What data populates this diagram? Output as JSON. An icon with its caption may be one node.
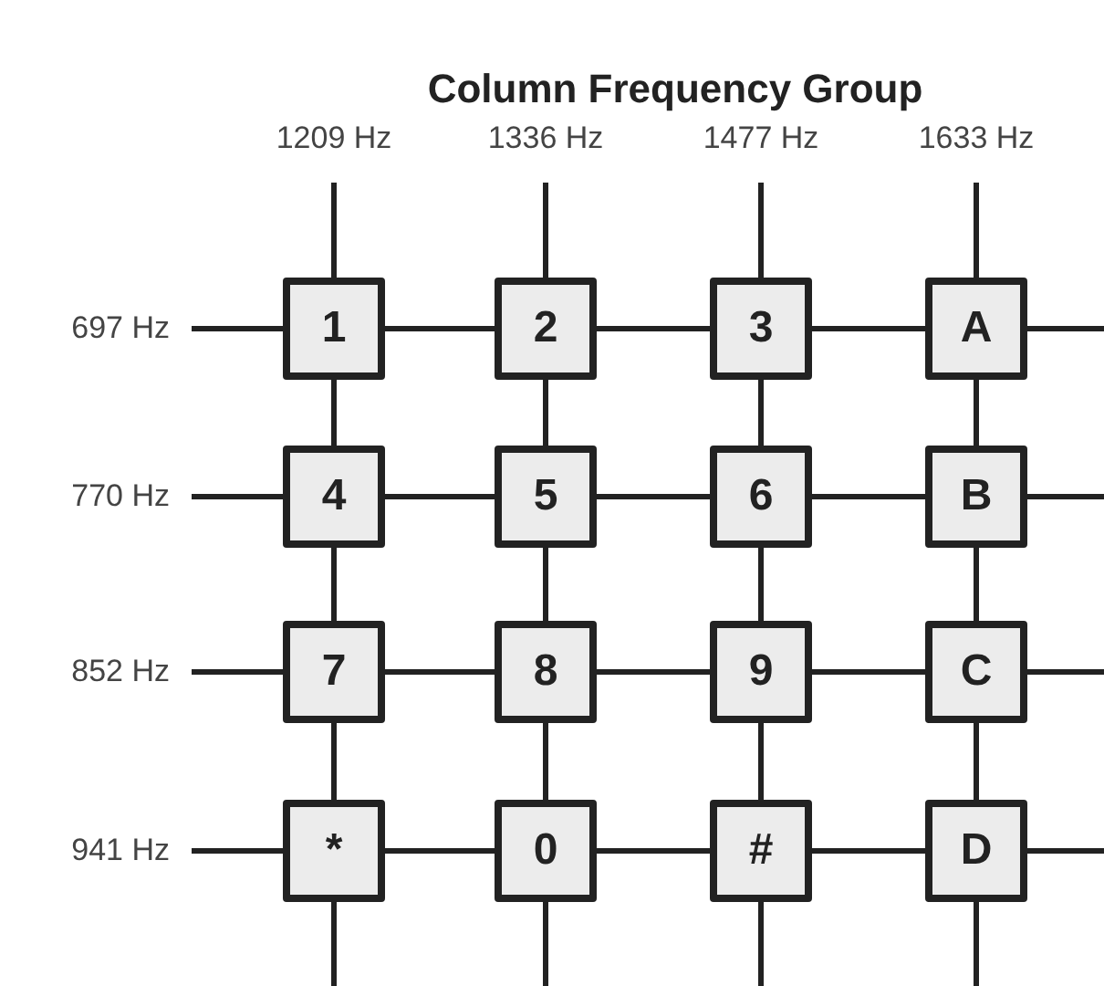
{
  "diagram": {
    "title": "Column Frequency Group",
    "nodes": [
      {
        "text": [
          "1209 Hz"
        ]
      },
      {
        "text": [
          "1336 Hz"
        ]
      },
      {
        "text": [
          "1477 Hz"
        ]
      },
      {
        "text": [
          "1633 Hz"
        ]
      },
      {
        "text": [
          "697 Hz"
        ]
      },
      {
        "text": [
          "1"
        ]
      },
      {
        "text": [
          "2"
        ]
      },
      {
        "text": [
          "3"
        ]
      },
      {
        "text": [
          "A"
        ]
      },
      {
        "text": [
          "770 Hz"
        ]
      },
      {
        "text": [
          "4"
        ]
      },
      {
        "text": [
          "5"
        ]
      },
      {
        "text": [
          "6"
        ]
      },
      {
        "text": [
          "B"
        ]
      },
      {
        "text": [
          "852 Hz"
        ]
      },
      {
        "text": [
          "7"
        ]
      },
      {
        "text": [
          "8"
        ]
      },
      {
        "text": [
          "9"
        ]
      },
      {
        "text": [
          "C"
        ]
      },
      {
        "text": [
          "941 Hz"
        ]
      },
      {
        "text": [
          "*"
        ]
      },
      {
        "text": [
          "0"
        ]
      },
      {
        "text": [
          "#"
        ]
      },
      {
        "text": [
          "D"
        ]
      }
    ],
    "edges": [
      {
        "from": 4,
        "to": 5,
        "arrow": "none"
      },
      {
        "from": 5,
        "to": 6,
        "arrow": "none"
      },
      {
        "from": 6,
        "to": 7,
        "arrow": "none"
      },
      {
        "from": 7,
        "to": 8,
        "arrow": "none"
      },
      {
        "from": 8,
        "to": null,
        "arrow": "none"
      },
      {
        "from": 9,
        "to": 10,
        "arrow": "none"
      },
      {
        "from": 10,
        "to": 11,
        "arrow": "none"
      },
      {
        "from": 11,
        "to": 12,
        "arrow": "none"
      },
      {
        "from": 12,
        "to": 13,
        "arrow": "none"
      },
      {
        "from": 13,
        "to": null,
        "arrow": "none"
      },
      {
        "from": 14,
        "to": 15,
        "arrow": "none"
      },
      {
        "from": 15,
        "to": 16,
        "arrow": "none"
      },
      {
        "from": 16,
        "to": 17,
        "arrow": "none"
      },
      {
        "from": 17,
        "to": 18,
        "arrow": "none"
      },
      {
        "from": 18,
        "to": null,
        "arrow": "none"
      },
      {
        "from": 19,
        "to": 20,
        "arrow": "none"
      },
      {
        "from": 20,
        "to": 21,
        "arrow": "none"
      },
      {
        "from": 21,
        "to": 22,
        "arrow": "none"
      },
      {
        "from": 22,
        "to": 23,
        "arrow": "none"
      },
      {
        "from": 23,
        "to": null,
        "arrow": "none"
      },
      {
        "from": 0,
        "to": 5,
        "arrow": "none"
      },
      {
        "from": 5,
        "to": 10,
        "arrow": "none"
      },
      {
        "from": 10,
        "to": 15,
        "arrow": "none"
      },
      {
        "from": 15,
        "to": 20,
        "arrow": "none"
      },
      {
        "from": 20,
        "to": null,
        "arrow": "none"
      },
      {
        "from": 1,
        "to": 6,
        "arrow": "none"
      },
      {
        "from": 6,
        "to": 11,
        "arrow": "none"
      },
      {
        "from": 11,
        "to": 16,
        "arrow": "none"
      },
      {
        "from": 16,
        "to": 21,
        "arrow": "none"
      },
      {
        "from": 21,
        "to": null,
        "arrow": "none"
      },
      {
        "from": 2,
        "to": 7,
        "arrow": "none"
      },
      {
        "from": 7,
        "to": 12,
        "arrow": "none"
      },
      {
        "from": 12,
        "to": 17,
        "arrow": "none"
      },
      {
        "from": 17,
        "to": 22,
        "arrow": "none"
      },
      {
        "from": 22,
        "to": null,
        "arrow": "none"
      },
      {
        "from": 3,
        "to": 8,
        "arrow": "none"
      },
      {
        "from": 8,
        "to": 13,
        "arrow": "none"
      },
      {
        "from": 13,
        "to": 18,
        "arrow": "none"
      },
      {
        "from": 18,
        "to": 23,
        "arrow": "none"
      },
      {
        "from": 23,
        "to": null,
        "arrow": "none"
      }
    ]
  }
}
